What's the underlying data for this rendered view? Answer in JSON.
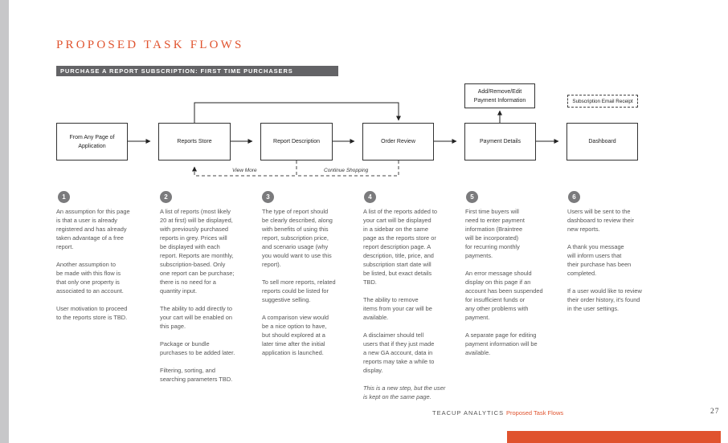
{
  "page": {
    "title": "PROPOSED TASK FLOWS",
    "section_banner": "PURCHASE A REPORT SUBSCRIPTION: FIRST TIME PURCHASERS"
  },
  "flow": {
    "nodes": {
      "from_any_page": "From Any Page of\nApplication",
      "reports_store": "Reports Store",
      "report_description": "Report Description",
      "order_review": "Order Review",
      "payment_details": "Payment Details",
      "dashboard": "Dashboard",
      "add_remove_edit_payment": "Add/Remove/Edit\nPayment Information",
      "subscription_email_receipt": "Subscription Email Receipt"
    },
    "edge_labels": {
      "view_more": "View More",
      "continue_shopping": "Continue Shopping"
    }
  },
  "steps": [
    {
      "number": "1",
      "paragraphs": [
        "An assumption for this page\nis that a user is already\nregistered and has already\ntaken advantage of a free\nreport.",
        "Another assumption to\nbe made with this flow is\nthat only one property is\nassociated to an account.",
        "User motivation to proceed\nto the reports store is TBD."
      ],
      "italic_note": ""
    },
    {
      "number": "2",
      "paragraphs": [
        " A list of reports (most likely\n20 at first) will be displayed,\nwith previously purchased\nreports in grey. Prices will\nbe displayed with each\nreport. Reports are monthly,\nsubscription-based. Only\none report can be purchase;\nthere is no need for a\nquantity input.",
        "The ability to add directly to\nyour cart will be enabled on\nthis page.",
        "Package or bundle\npurchases to be added later.",
        "Filtering, sorting, and\nsearching parameters TBD."
      ],
      "italic_note": ""
    },
    {
      "number": "3",
      "paragraphs": [
        "The type of report should\nbe clearly described, along\nwith benefits of using this\nreport, subscription price,\nand scenario usage (why\nyou would want to use this\nreport).",
        "To sell more reports, related\nreports could be listed for\nsuggestive selling.",
        "A comparison view would\nbe a nice option to have,\nbut should explored at a\nlater time after the initial\napplication is launched."
      ],
      "italic_note": ""
    },
    {
      "number": "4",
      "paragraphs": [
        "A list of the reports added to\nyour cart will be displayed\nin a sidebar on the same\npage as the reports store or\nreport description page. A\ndescription, title, price, and\nsubscription start date will\nbe listed, but exact details\nTBD.",
        "The ability to remove\nitems from your car will be\navailable.",
        "A disclaimer should tell\nusers that if they just made\na new GA account, data in\nreports may take a while to\ndisplay."
      ],
      "italic_note": "This is a new step, but the user\nis kept on the same page."
    },
    {
      "number": "5",
      "paragraphs": [
        "First time buyers will\nneed to enter payment\ninformation (Braintree\nwill be incorporated)\nfor recurring monthly\npayments.",
        "An error message should\ndisplay on this page if an\naccount has been suspended\nfor insufficient funds or\nany other problems with\npayment.",
        "A separate page for editing\npayment information will be\navailable."
      ],
      "italic_note": ""
    },
    {
      "number": "6",
      "paragraphs": [
        "Users will be sent to the\ndashboard to review their\nnew reports.",
        "A thank you message\nwill inform users that\ntheir purchase has been\ncompleted.",
        "If a user would like to review\ntheir order history, it's found\nin the user settings."
      ],
      "italic_note": ""
    }
  ],
  "footer": {
    "brand": "TEACUP ANALYTICS",
    "section": "Proposed Task Flows",
    "page_number": "27"
  },
  "colors": {
    "accent": "#e0532e",
    "banner": "#636366",
    "badge": "#7b7b7d",
    "strip": "#c7c7c9"
  }
}
